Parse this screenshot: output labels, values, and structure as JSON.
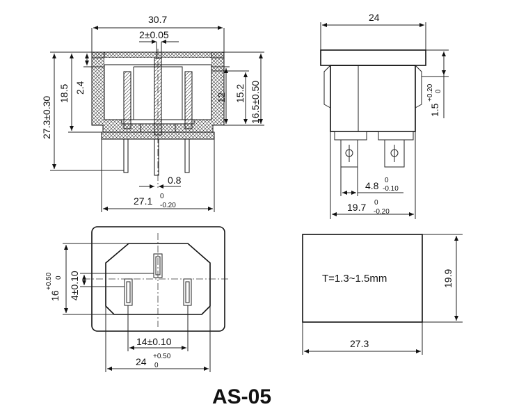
{
  "title": "AS-05",
  "note": "T=1.3~1.5mm",
  "front": {
    "width_top": "30.7",
    "pin_width": "2±0.05",
    "h_total": "27.3±0.30",
    "h_185": "18.5",
    "h_24": "2.4",
    "h_12": "12",
    "h_152": "15.2",
    "h_165": "16.5±0.50",
    "pin_gap": "0.8",
    "base_width": "27.1",
    "base_width_tol_up": "0",
    "base_width_tol_dn": "-0.20"
  },
  "side": {
    "width_top": "24",
    "h_15": "1.5",
    "h_15_tol_up": "+0.20",
    "h_15_tol_dn": "0",
    "w_48": "4.8",
    "w_48_tol_up": "0",
    "w_48_tol_dn": "-0.10",
    "w_197": "19.7",
    "w_197_tol_up": "0",
    "w_197_tol_dn": "-0.20"
  },
  "face": {
    "h_16": "16",
    "h_16_tol_up": "+0.50",
    "h_16_tol_dn": "0",
    "h_4": "4±0.10",
    "w_14": "14±0.10",
    "w_24": "24",
    "w_24_tol_up": "+0.50",
    "w_24_tol_dn": "0"
  },
  "cutout": {
    "h_199": "19.9",
    "w_273": "27.3"
  }
}
